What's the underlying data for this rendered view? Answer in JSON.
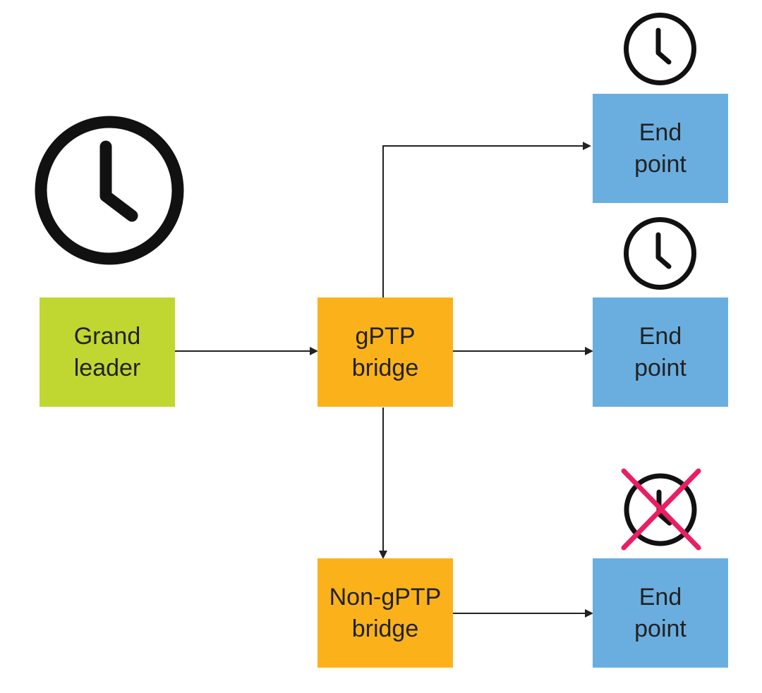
{
  "nodes": {
    "grand_leader": {
      "label": "Grand\nleader",
      "color": "#bfd730"
    },
    "gptp_bridge": {
      "label": "gPTP\nbridge",
      "color": "#fbb21a"
    },
    "non_gptp_bridge": {
      "label": "Non-gPTP\nbridge",
      "color": "#fbb21a"
    },
    "end_point_top": {
      "label": "End\npoint",
      "color": "#6aaee0"
    },
    "end_point_middle": {
      "label": "End\npoint",
      "color": "#6aaee0"
    },
    "end_point_bottom": {
      "label": "End\npoint",
      "color": "#6aaee0"
    }
  },
  "icons": {
    "clock": "clock-icon",
    "no_sync": "no-clock-sync-icon",
    "cross_color": "#e91e63",
    "line_color": "#111111"
  }
}
